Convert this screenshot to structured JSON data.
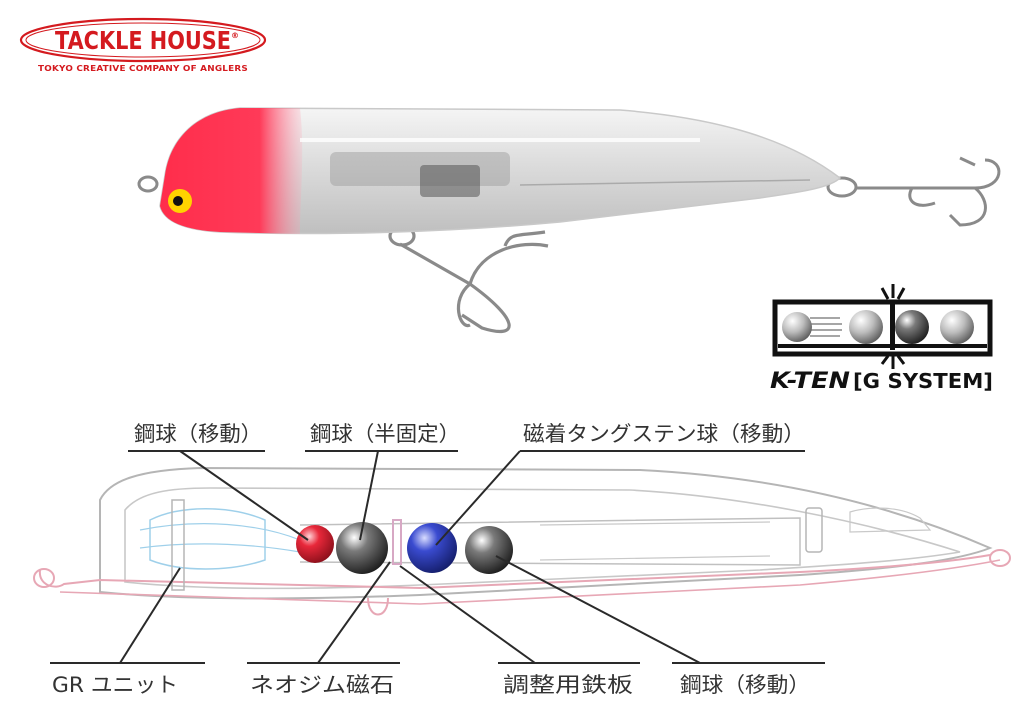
{
  "brand": {
    "name": "TACKLE HOUSE",
    "registered": "®",
    "tagline": "TOKYO CREATIVE COMPANY OF ANGLERS"
  },
  "system_badge": {
    "brand": "K-TEN",
    "system": "[G SYSTEM]"
  },
  "labels": {
    "steel_ball_moving_top": "鋼球（移動）",
    "steel_ball_semi_fixed": "鋼球（半固定）",
    "magnet_tungsten_ball": "磁着タングステン球（移動）",
    "gr_unit": "GR ユニット",
    "neodymium_magnet": "ネオジム磁石",
    "adjusting_iron_plate": "調整用鉄板",
    "steel_ball_moving_bottom": "鋼球（移動）"
  },
  "colors": {
    "brand_red": "#d41a1f",
    "lure_head": "#ff2c4a",
    "tungsten_ball": "#2a3aa8",
    "steel_ball": "#2b2b2b",
    "red_ball": "#e0202e"
  }
}
